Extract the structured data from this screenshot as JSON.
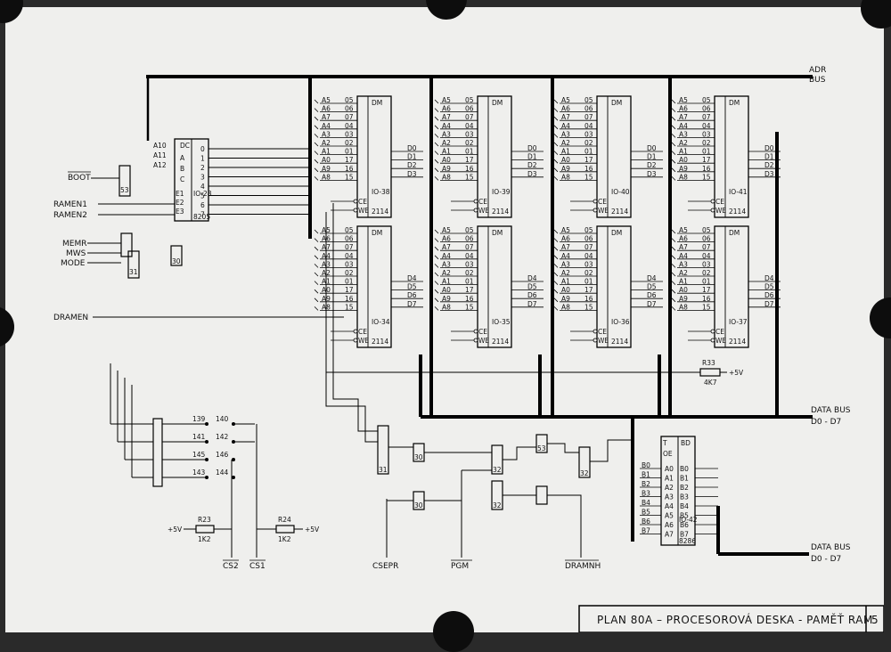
{
  "title_block": {
    "title": "PLAN 80A  –  PROCESOROVÁ  DESKA - PAMĚŤ  RAM",
    "sheet_number": "5"
  },
  "buses": {
    "adr_bus": [
      "ADR",
      "BUS"
    ],
    "data_bus_1": [
      "DATA BUS",
      "D0 - D7"
    ],
    "data_bus_2": [
      "DATA BUS",
      "D0 - D7"
    ]
  },
  "input_signals": [
    "BOOT",
    "RAMEN1",
    "RAMEN2",
    "MEMR",
    "MWS",
    "MODE",
    "DRAMEN"
  ],
  "output_signals": [
    "CS2",
    "CS1",
    "CSEPR",
    "PGM",
    "DRAMNH"
  ],
  "decoder": {
    "name": "DC",
    "ref": "IO-28",
    "part": "8205",
    "inputs": [
      "A",
      "B",
      "C",
      "E1",
      "E2",
      "E3"
    ],
    "addr_pins": [
      "A10",
      "A11",
      "A12"
    ],
    "outputs": [
      "0",
      "1",
      "2",
      "3",
      "4",
      "5",
      "6",
      "7"
    ]
  },
  "ram_chips": [
    {
      "ref": "IO-38",
      "part": "2114",
      "data": [
        "D0",
        "D1",
        "D2",
        "D3"
      ]
    },
    {
      "ref": "IO-39",
      "part": "2114",
      "data": [
        "D0",
        "D1",
        "D2",
        "D3"
      ]
    },
    {
      "ref": "IO-40",
      "part": "2114",
      "data": [
        "D0",
        "D1",
        "D2",
        "D3"
      ]
    },
    {
      "ref": "IO-41",
      "part": "2114",
      "data": [
        "D0",
        "D1",
        "D2",
        "D3"
      ]
    },
    {
      "ref": "IO-34",
      "part": "2114",
      "data": [
        "D4",
        "D5",
        "D6",
        "D7"
      ]
    },
    {
      "ref": "IO-35",
      "part": "2114",
      "data": [
        "D4",
        "D5",
        "D6",
        "D7"
      ]
    },
    {
      "ref": "IO-36",
      "part": "2114",
      "data": [
        "D4",
        "D5",
        "D6",
        "D7"
      ]
    },
    {
      "ref": "IO-37",
      "part": "2114",
      "data": [
        "D4",
        "D5",
        "D6",
        "D7"
      ]
    }
  ],
  "ram_chip_label": "DM",
  "ram_addr_pins": [
    "A5",
    "A6",
    "A7",
    "A4",
    "A3",
    "A2",
    "A1",
    "A0",
    "A9",
    "A8"
  ],
  "ram_pin_numbers": [
    "05",
    "06",
    "07",
    "04",
    "03",
    "02",
    "01",
    "17",
    "16",
    "15"
  ],
  "ram_ctrl": [
    "CE",
    "WE"
  ],
  "transceiver": {
    "name": "BD",
    "ref": "IO-42",
    "part": "8286",
    "a_pins": [
      "A0",
      "A1",
      "A2",
      "A3",
      "A4",
      "A5",
      "A6",
      "A7"
    ],
    "b_pins": [
      "B0",
      "B1",
      "B2",
      "B3",
      "B4",
      "B5",
      "B6",
      "B7"
    ],
    "ctrl": [
      "T",
      "OE"
    ]
  },
  "resistors": [
    {
      "ref": "R33",
      "value": "4K7",
      "supply": "+5V"
    },
    {
      "ref": "R23",
      "value": "1K2",
      "supply": "+5V"
    },
    {
      "ref": "R24",
      "value": "1K2",
      "supply": "+5V"
    }
  ],
  "gate_refs": [
    "53",
    "31",
    "30",
    "30",
    "31",
    "30",
    "32",
    "32",
    "32",
    "53"
  ],
  "jumper_pins": [
    "139",
    "140",
    "141",
    "142",
    "145",
    "146",
    "143",
    "144"
  ]
}
